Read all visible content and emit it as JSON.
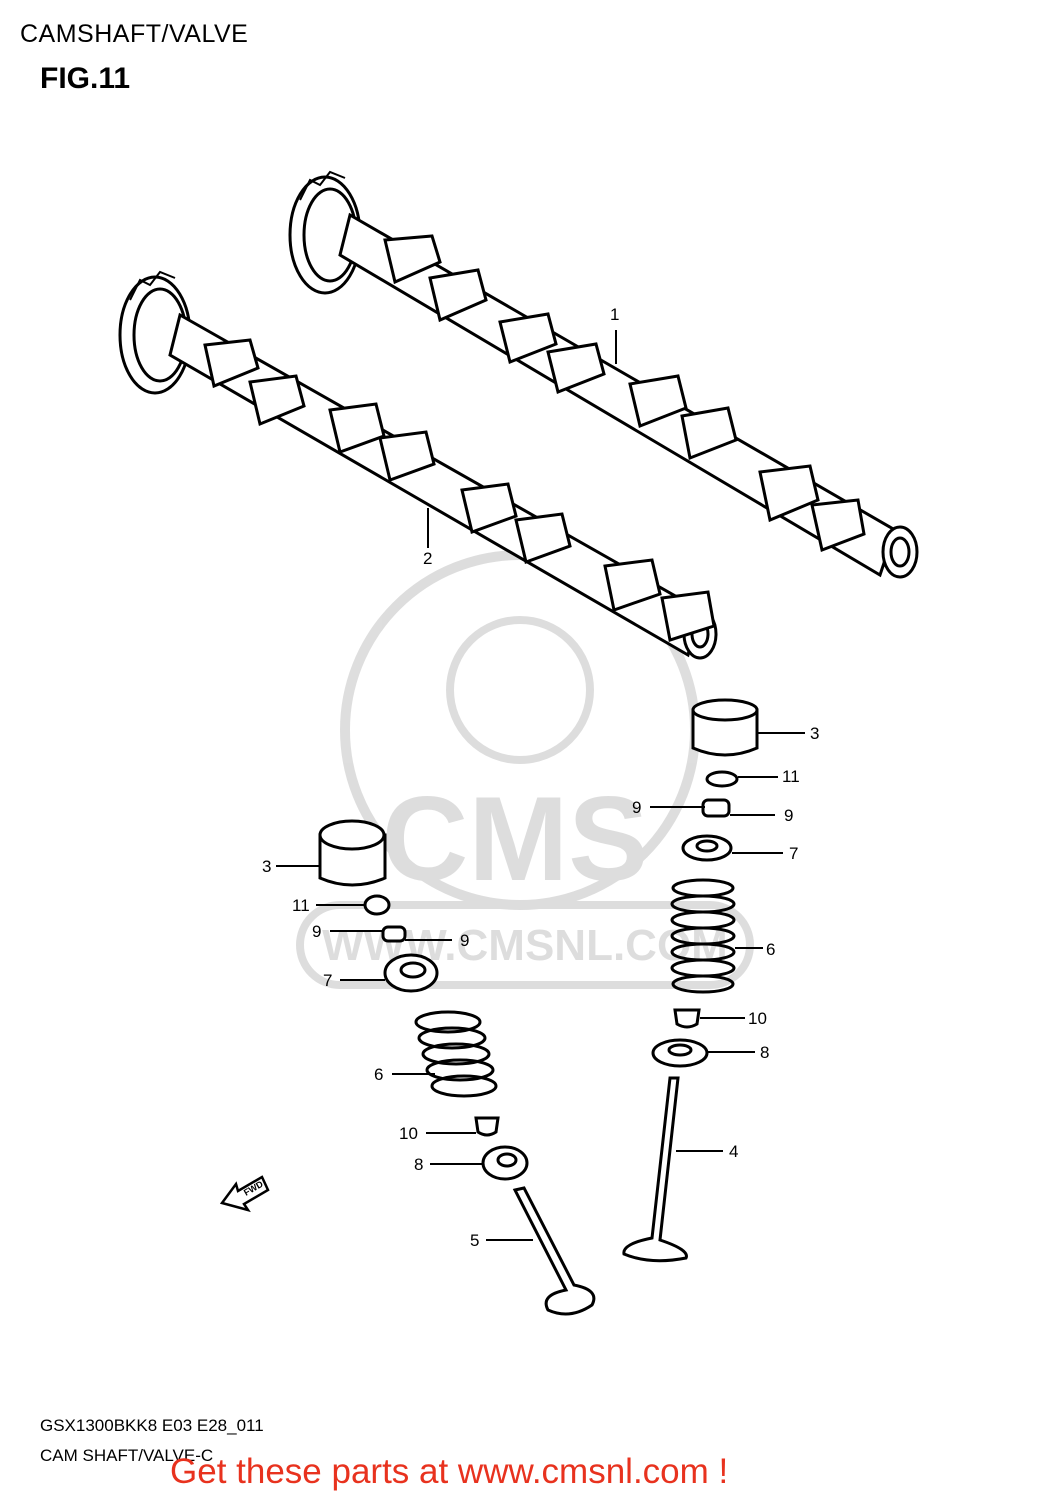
{
  "header": {
    "title": "CAMSHAFT/VALVE"
  },
  "figure": {
    "label": "FIG.11"
  },
  "watermark": {
    "brand": "CMS",
    "url": "WWW.CMSNL.COM"
  },
  "callouts": {
    "camshaft_1": "1",
    "camshaft_2": "2",
    "tappet_right": "3",
    "tappet_left": "3",
    "valve_exhaust": "4",
    "valve_intake": "5",
    "spring_right": "6",
    "spring_left": "6",
    "retainer_right": "7",
    "retainer_left": "7",
    "seat_right": "8",
    "seat_left": "8",
    "cotter_right_a": "9",
    "cotter_right_b": "9",
    "cotter_left_a": "9",
    "cotter_left_b": "9",
    "seal_right": "10",
    "seal_left": "10",
    "shim_right": "11",
    "shim_left": "11"
  },
  "fwd_arrow": {
    "label": "FWD"
  },
  "footer": {
    "model_code": "GSX1300BKK8 E03 E28_011",
    "caption": "CAM SHAFT/VALVE-C",
    "ad_text": "Get these parts at www.cmsnl.com !",
    "ad_color": "#e8321e"
  }
}
